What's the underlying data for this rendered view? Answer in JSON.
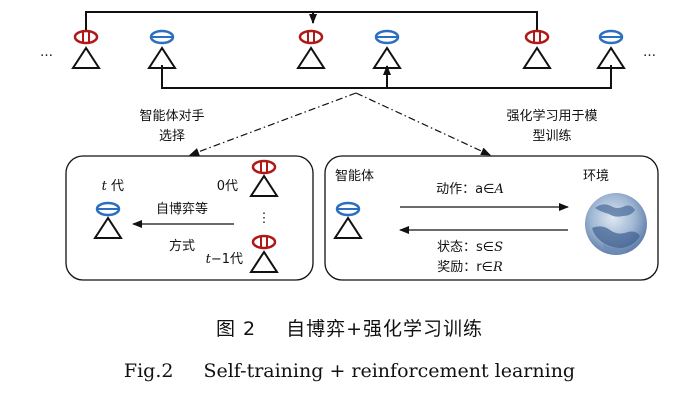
{
  "top_row": {
    "ellipsis_left": "…",
    "ellipsis_right": "…"
  },
  "opponent_selection_label": [
    "智能体对手",
    "选择"
  ],
  "rl_training_label": [
    "强化学习用于模",
    "型训练"
  ],
  "left_box": {
    "t_gen_italic": "t",
    "t_gen_suffix": " 代",
    "gen0": "0代",
    "vdots": "⋮",
    "t_minus_1_italic": "t",
    "t_minus_1_suffix": "−1代",
    "method_line1": "自博弈等",
    "method_line2": "方式"
  },
  "right_box": {
    "agent": "智能体",
    "environment": "环境",
    "action_prefix": "动作：a∈",
    "action_set": "A",
    "state_prefix": "状态：s∈",
    "state_set": "S",
    "reward_prefix": "奖励：r∈",
    "reward_set": "R"
  },
  "caption": {
    "cn_number": "图 2",
    "cn_title": "自博弈+强化学习训练",
    "en_number": "Fig.2",
    "en_title": "Self-training + reinforcement learning"
  },
  "colors": {
    "red_agent": "#b01818",
    "blue_agent": "#2b6fbf",
    "line": "#111111"
  }
}
